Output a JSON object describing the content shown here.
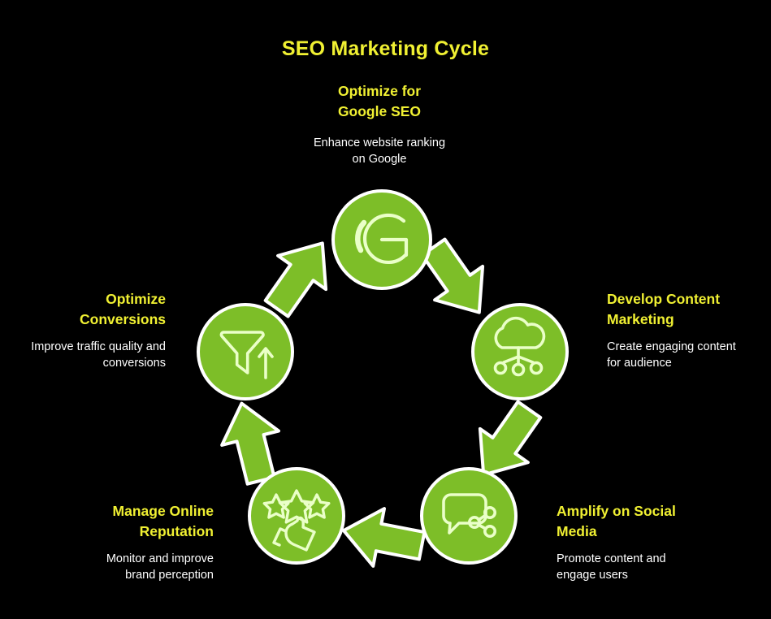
{
  "page": {
    "background_color": "#000000",
    "accent_green": "#7dbe28",
    "accent_yellow": "#f0f032",
    "text_white": "#ffffff",
    "title": "SEO Marketing Cycle"
  },
  "diagram": {
    "type": "cycle",
    "direction": "clockwise",
    "step_count": 5,
    "steps": [
      {
        "index": 1,
        "position": "top",
        "heading": "Optimize for\nGoogle SEO",
        "description": "Enhance website ranking\non Google",
        "icon": "google-g-icon",
        "circle_color": "#7dbe28"
      },
      {
        "index": 2,
        "position": "right",
        "heading": "Develop Content\nMarketing",
        "description": "Create engaging content\nfor audience",
        "icon": "cloud-network-icon",
        "circle_color": "#7dbe28"
      },
      {
        "index": 3,
        "position": "bottom-right",
        "heading": "Amplify on Social\nMedia",
        "description": "Promote content and\nengage users",
        "icon": "speech-bubble-share-icon",
        "circle_color": "#7dbe28"
      },
      {
        "index": 4,
        "position": "bottom-left",
        "heading": "Manage Online\nReputation",
        "description": "Monitor and improve\nbrand perception",
        "icon": "stars-thumbs-up-icon",
        "circle_color": "#7dbe28"
      },
      {
        "index": 5,
        "position": "left",
        "heading": "Optimize\nConversions",
        "description": "Improve traffic quality and\nconversions",
        "icon": "funnel-arrow-up-icon",
        "circle_color": "#7dbe28"
      }
    ],
    "arrows": [
      {
        "from": 1,
        "to": 2,
        "name": "arrow-top-to-right"
      },
      {
        "from": 2,
        "to": 3,
        "name": "arrow-right-to-bottom-right"
      },
      {
        "from": 3,
        "to": 4,
        "name": "arrow-bottom-right-to-bottom-left"
      },
      {
        "from": 4,
        "to": 5,
        "name": "arrow-bottom-left-to-left"
      },
      {
        "from": 5,
        "to": 1,
        "name": "arrow-left-to-top"
      }
    ]
  }
}
